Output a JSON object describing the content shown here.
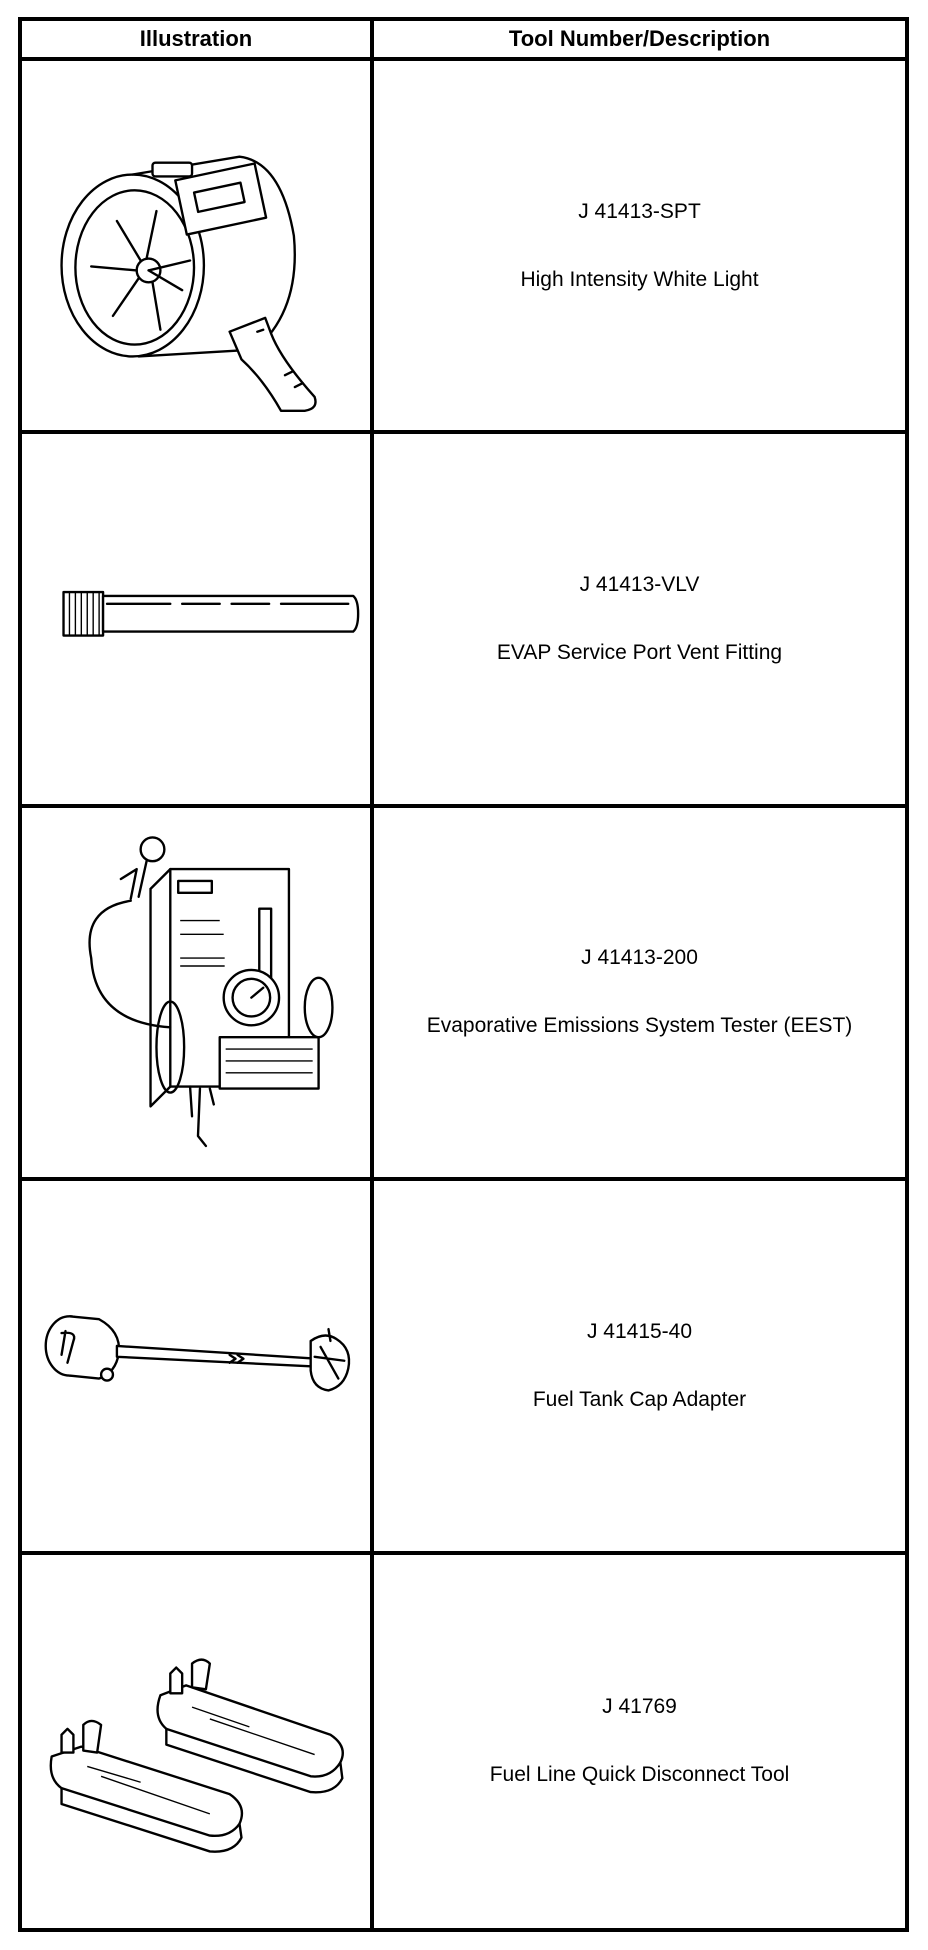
{
  "header": {
    "illustration": "Illustration",
    "description": "Tool Number/Description"
  },
  "tools": [
    {
      "number": "J 41413-SPT",
      "description": "High Intensity White Light",
      "icon": "spotlight-icon"
    },
    {
      "number": "J 41413-VLV",
      "description": "EVAP Service Port Vent Fitting",
      "icon": "vent-fitting-icon"
    },
    {
      "number": "J 41413-200",
      "description": "Evaporative Emissions System Tester (EEST)",
      "icon": "emissions-tester-icon"
    },
    {
      "number": "J 41415-40",
      "description": "Fuel Tank Cap Adapter",
      "icon": "cap-adapter-icon"
    },
    {
      "number": "J 41769",
      "description": "Fuel Line Quick Disconnect Tool",
      "icon": "quick-disconnect-tool-icon"
    }
  ]
}
